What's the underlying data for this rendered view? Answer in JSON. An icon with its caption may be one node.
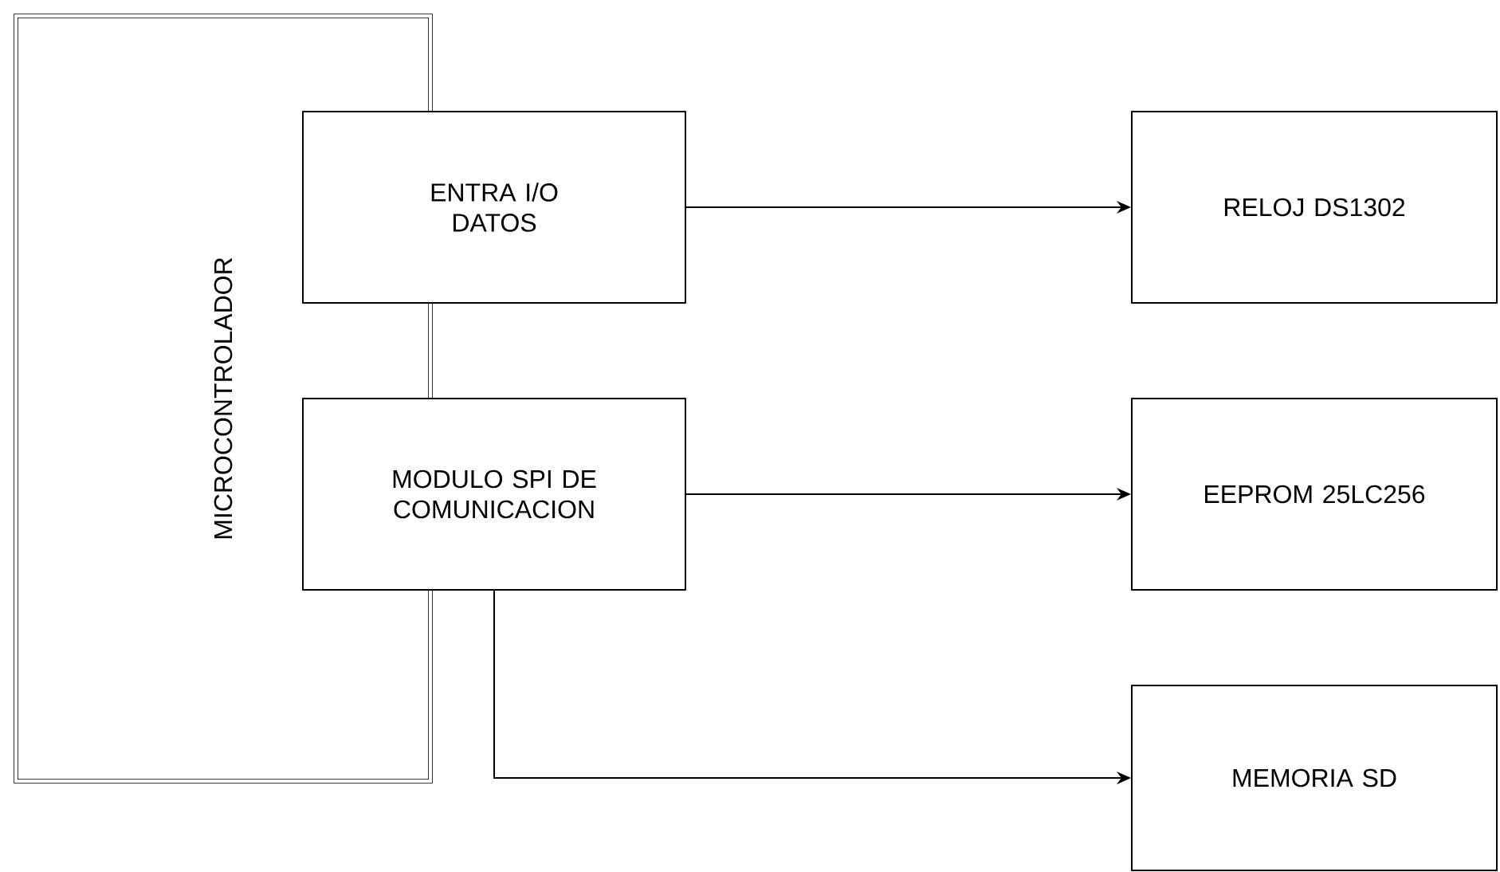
{
  "diagram": {
    "nodes": [
      {
        "text": [
          "MICROCONTROLADOR"
        ]
      },
      {
        "text": [
          "ENTRA I/O DATOS"
        ]
      },
      {
        "text": [
          "MODULO SPI DE COMUNICACION"
        ]
      },
      {
        "text": [
          "RELOJ DS1302"
        ]
      },
      {
        "text": [
          "EEPROM 25LC256"
        ]
      },
      {
        "text": [
          "MEMORIA SD"
        ]
      }
    ],
    "edges": [
      {
        "from": 1,
        "to": 3,
        "arrow": "to"
      },
      {
        "from": 2,
        "to": 4,
        "arrow": "to"
      },
      {
        "from": 2,
        "to": 5,
        "arrow": "to"
      }
    ]
  }
}
